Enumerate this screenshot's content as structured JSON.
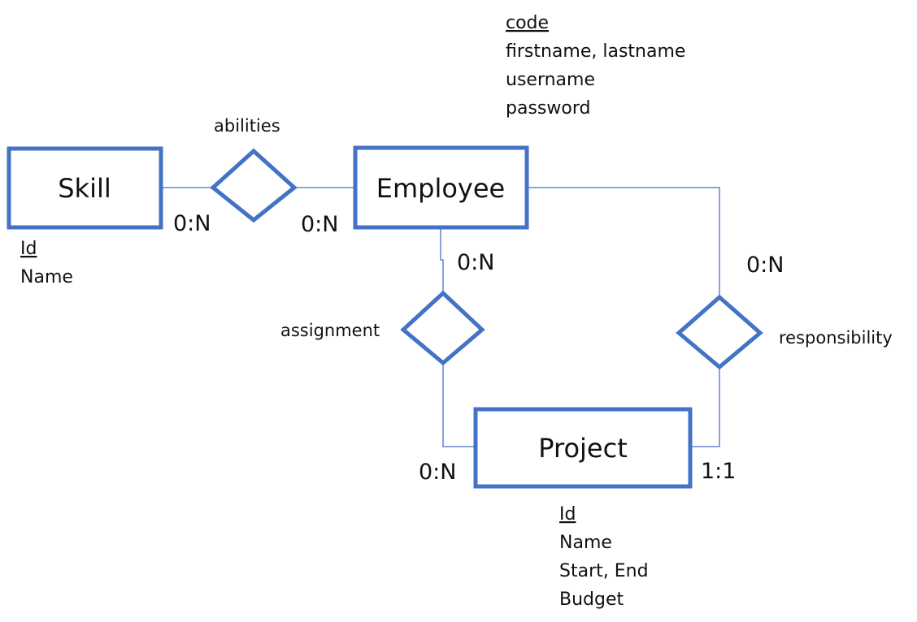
{
  "entities": {
    "skill": {
      "name": "Skill",
      "attributes": [
        {
          "text": "Id",
          "key": true
        },
        {
          "text": "Name",
          "key": false
        }
      ]
    },
    "employee": {
      "name": "Employee",
      "attributes": [
        {
          "text": "code",
          "key": true
        },
        {
          "text": "firstname, lastname",
          "key": false
        },
        {
          "text": "username",
          "key": false
        },
        {
          "text": "password",
          "key": false
        }
      ]
    },
    "project": {
      "name": "Project",
      "attributes": [
        {
          "text": "Id",
          "key": true
        },
        {
          "text": "Name",
          "key": false
        },
        {
          "text": "Start, End",
          "key": false
        },
        {
          "text": "Budget",
          "key": false
        }
      ]
    }
  },
  "relationships": {
    "abilities": {
      "label": "abilities",
      "cardinality_skill": "0:N",
      "cardinality_employee": "0:N"
    },
    "assignment": {
      "label": "assignment",
      "cardinality_employee": "0:N",
      "cardinality_project": "0:N"
    },
    "responsibility": {
      "label": "responsibility",
      "cardinality_employee": "0:N",
      "cardinality_project": "1:1"
    }
  },
  "colors": {
    "shape_stroke": "#4472C4",
    "text": "#111111"
  }
}
